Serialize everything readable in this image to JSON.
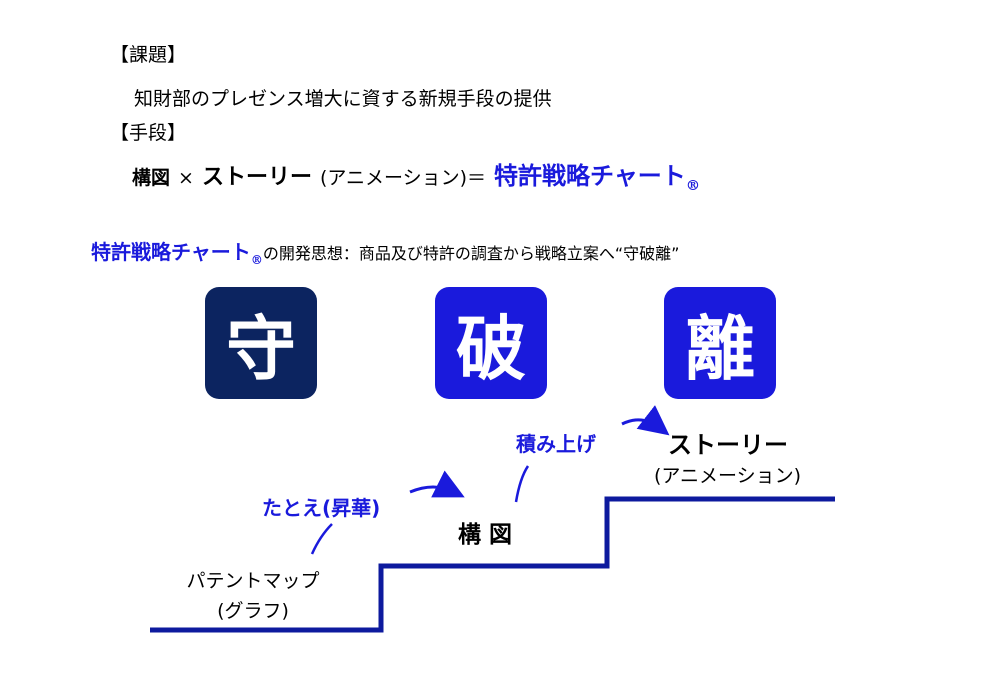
{
  "header": {
    "label_issue": "【課題】",
    "issue_text": "知財部のプレゼンス増大に資する新規手段の提供",
    "label_means": "【手段】",
    "formula_part1": "構図",
    "formula_times": "×",
    "formula_part2": "ストーリー",
    "formula_paren": "(アニメーション)＝",
    "formula_brand": "特許戦略チャート",
    "formula_reg": "®"
  },
  "concept": {
    "brand": "特許戦略チャート",
    "reg": "®",
    "text": "の開発思想：商品及び特許の調査から戦略立案へ“守破離”"
  },
  "boxes": [
    {
      "label": "守",
      "color": "#0c2460"
    },
    {
      "label": "破",
      "color": "#1a1adc"
    },
    {
      "label": "離",
      "color": "#1a1adc"
    }
  ],
  "steps": {
    "step1_line1": "パテントマップ",
    "step1_line2": "(グラフ)",
    "arrow1_label": "たとえ(昇華)",
    "step2_label": "構 図",
    "arrow2_label": "積み上げ",
    "step3_label": "ストーリー",
    "step3_sub": "(アニメーション)"
  },
  "colors": {
    "stair": "#0d1a9e",
    "accent": "#1a1adc"
  }
}
